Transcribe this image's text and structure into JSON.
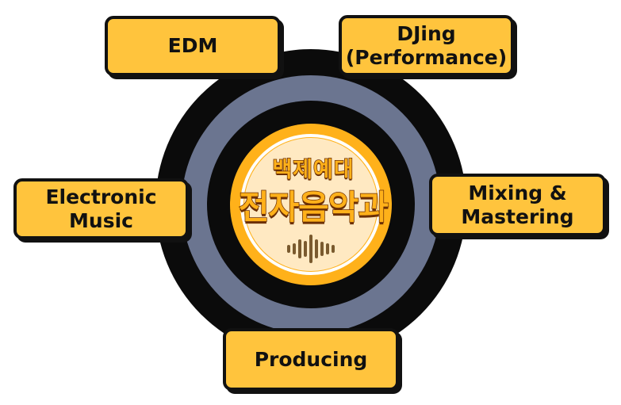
{
  "center": {
    "title_small": "백제예대",
    "title_big": "전자음악과"
  },
  "topics": {
    "edm": [
      "EDM"
    ],
    "djing": [
      "DJing",
      "(Performance)"
    ],
    "electronic": [
      "Electronic",
      "Music"
    ],
    "mixing": [
      "Mixing &",
      "Mastering"
    ],
    "producing": [
      "Producing"
    ]
  },
  "colors": {
    "box_fill": "#ffc43d",
    "outline": "#111111",
    "ring_outer": "#0b0b0b",
    "ring_slate": "#6b7590",
    "center_fill": "#ffb11a",
    "title_stroke": "#6b2f05"
  },
  "icons": {
    "center": "sound-wave-icon"
  }
}
